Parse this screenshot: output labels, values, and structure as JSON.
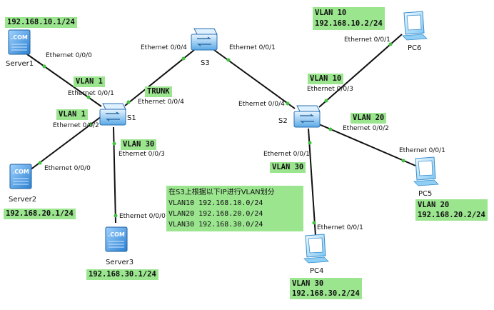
{
  "devices": {
    "s1": "S1",
    "s2": "S2",
    "s3": "S3",
    "server1": "Server1",
    "server2": "Server2",
    "server3": "Server3",
    "pc4": "PC4",
    "pc5": "PC5",
    "pc6": "PC6",
    "com": ".COM"
  },
  "ports": {
    "server1_e000": "Ethernet 0/0/0",
    "s1_e001": "Ethernet 0/0/1",
    "s1_e002": "Ethernet 0/0/2",
    "s1_e003": "Ethernet 0/0/3",
    "s1_e004": "Ethernet 0/0/4",
    "server2_e000": "Ethernet 0/0/0",
    "server3_e000": "Ethernet 0/0/0",
    "s3_e004": "Ethernet 0/0/4",
    "s3_e001": "Ethernet 0/0/1",
    "s2_e004": "Ethernet 0/0/4",
    "s2_e003": "Ethernet 0/0/3",
    "s2_e002": "Ethernet 0/0/2",
    "s2_e001": "Ethernet 0/0/1",
    "pc6_e001": "Ethernet 0/0/1",
    "pc5_e001": "Ethernet 0/0/1",
    "pc4_e001": "Ethernet 0/0/1"
  },
  "tags": {
    "server1_ip": "192.168.10.1/24",
    "server2_ip": "192.168.20.1/24",
    "server3_ip": "192.168.30.1/24",
    "pc6_vlan": "VLAN 10",
    "pc6_ip": "192.168.10.2/24",
    "pc5_vlan": "VLAN 20",
    "pc5_ip": "192.168.20.2/24",
    "pc4_vlan": "VLAN 30",
    "pc4_ip": "192.168.30.2/24",
    "s1_p1_vlan": "VLAN 1",
    "s1_p2_vlan": "VLAN 1",
    "s1_p3_vlan": "VLAN 30",
    "s1_trunk": "TRUNK",
    "s2_p3_vlan": "VLAN 10",
    "s2_p2_vlan": "VLAN 20",
    "s2_p1_vlan": "VLAN 30"
  },
  "note": {
    "line1": "在S3上根据以下IP进行VLAN划分",
    "line2": "VLAN10 192.168.10.0/24",
    "line3": "VLAN20 192.168.20.0/24",
    "line4": "VLAN30 192.168.30.0/24"
  },
  "colors": {
    "tag_bg": "#9be58f",
    "link": "#111111",
    "link_dot": "#3fc23f",
    "switch_blue": "#5aa9e6",
    "server_blue": "#4a9ae0",
    "pc_blue": "#7cc6f2"
  },
  "icons": {
    "switch": "switch-icon",
    "server": "server-icon",
    "pc": "pc-icon"
  }
}
